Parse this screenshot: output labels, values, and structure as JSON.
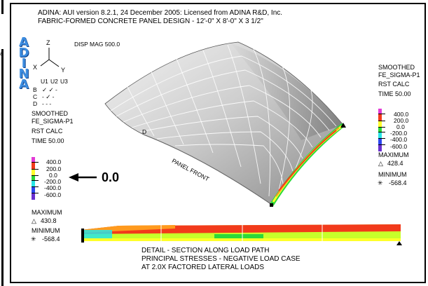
{
  "header": {
    "line1": "ADINA: AUI version 8.2.1, 24 December 2005: Licensed from ADINA R&D, Inc.",
    "line2": "FABRIC-FORMED CONCRETE PANEL DESIGN - 12'-0\" X 8'-0\" X 3 1/2\""
  },
  "logo_letters": [
    "A",
    "D",
    "I",
    "N",
    "A"
  ],
  "axes": {
    "z": "Z",
    "x": "X",
    "y": "Y",
    "disp_mag": "DISP MAG 500.0"
  },
  "bc_table": {
    "header": [
      "U1",
      "U2",
      "U3"
    ],
    "rows": [
      {
        "label": "B",
        "marks": "✓ ✓ -"
      },
      {
        "label": "C",
        "marks": "- ✓ -"
      },
      {
        "label": "D",
        "marks": "- - -"
      }
    ]
  },
  "left_info": {
    "smoothed": "SMOOTHED",
    "field": "FE_SIGMA-P1",
    "calc": "RST CALC",
    "time": "TIME 50.00"
  },
  "left_legend": {
    "ticks": [
      "400.0",
      "200.0",
      "0.0",
      "-200.0",
      "-400.0",
      "-600.0"
    ],
    "max_label": "MAXIMUM",
    "max_value": "430.8",
    "min_label": "MINIMUM",
    "min_value": "-568.4"
  },
  "right_info": {
    "smoothed": "SMOOTHED",
    "field": "FE_SIGMA-P1",
    "calc": "RST CALC",
    "time": "TIME 50.00"
  },
  "right_legend": {
    "ticks": [
      "400.0",
      "200.0",
      "0.0",
      "-200.0",
      "-400.0",
      "-600.0"
    ],
    "max_label": "MAXIMUM",
    "max_value": "428.4",
    "min_label": "MINIMUM",
    "min_value": "-568.4"
  },
  "zero_callout": "0.0",
  "panel_front": "PANEL FRONT",
  "node_label": "D",
  "detail": {
    "line1": "DETAIL - SECTION ALONG LOAD PATH",
    "line2": "PRINCIPAL STRESSES - NEGATIVE LOAD CASE",
    "line3": "AT 2.0X FACTORED LATERAL LOADS"
  },
  "colors": {
    "magenta": "#e23bd6",
    "red": "#f23a1b",
    "orange": "#ff9a1e",
    "yellow": "#ffff2a",
    "yellowgreen": "#c7ff2a",
    "green": "#2cd93a",
    "cyan": "#29e5e5",
    "blue": "#2b46f0",
    "purple": "#6a2fd0",
    "logo": "#3d8de0"
  }
}
